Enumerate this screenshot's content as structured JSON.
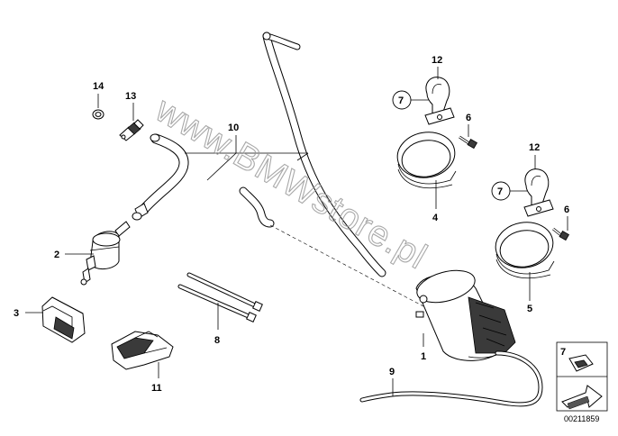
{
  "diagram": {
    "watermark_text": "www.BMWstore.pl",
    "diagram_id": "00211859",
    "callouts": {
      "part_1": "1",
      "part_2": "2",
      "part_3": "3",
      "part_4": "4",
      "part_5": "5",
      "part_6a": "6",
      "part_6b": "6",
      "part_7a": "7",
      "part_7b": "7",
      "part_7_legend": "7",
      "part_8": "8",
      "part_9": "9",
      "part_10": "10",
      "part_11": "11",
      "part_12a": "12",
      "part_12b": "12",
      "part_13": "13",
      "part_14": "14"
    }
  }
}
